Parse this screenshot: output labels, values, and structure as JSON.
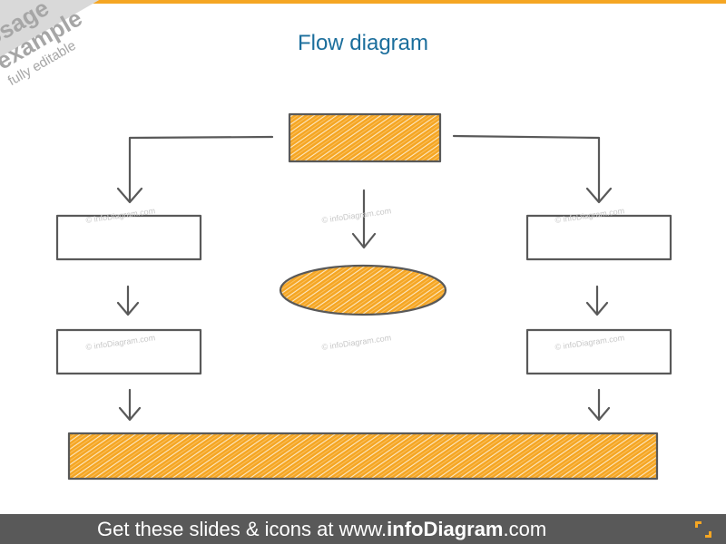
{
  "corner": {
    "line1": "Usage",
    "line2": "example",
    "line3": "fully editable"
  },
  "title": "Flow diagram",
  "watermark": "© infoDiagram.com",
  "footer": {
    "prefix": "Get these slides & icons at www.",
    "brand": "infoDiagram",
    "suffix": ".com"
  },
  "colors": {
    "accent": "#f5a623",
    "title": "#1b6e9c",
    "stroke": "#595959",
    "footer_bg": "#595959"
  }
}
